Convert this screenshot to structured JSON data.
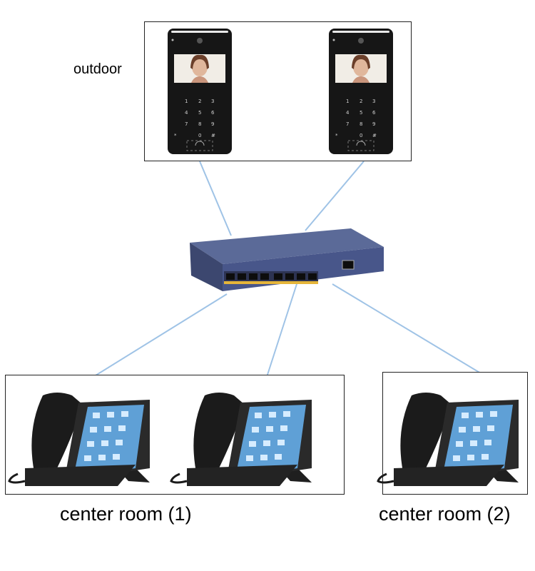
{
  "labels": {
    "outdoor": "outdoor",
    "center_room_1": "center room (1)",
    "center_room_2": "center room (2)"
  },
  "diagram": {
    "nodes": [
      {
        "id": "door-station-1",
        "group": "outdoor",
        "icon": "video-door-station-icon"
      },
      {
        "id": "door-station-2",
        "group": "outdoor",
        "icon": "video-door-station-icon"
      },
      {
        "id": "poe-switch",
        "icon": "network-switch-icon"
      },
      {
        "id": "indoor-phone-1",
        "group": "center_room_1",
        "icon": "touchscreen-desk-phone-icon"
      },
      {
        "id": "indoor-phone-2",
        "group": "center_room_1",
        "icon": "touchscreen-desk-phone-icon"
      },
      {
        "id": "indoor-phone-3",
        "group": "center_room_2",
        "icon": "touchscreen-desk-phone-icon"
      }
    ],
    "edges": [
      [
        "door-station-1",
        "poe-switch"
      ],
      [
        "door-station-2",
        "poe-switch"
      ],
      [
        "poe-switch",
        "indoor-phone-1"
      ],
      [
        "poe-switch",
        "indoor-phone-2"
      ],
      [
        "poe-switch",
        "indoor-phone-3"
      ]
    ]
  },
  "colors": {
    "connection_line": "#9fc3e6",
    "switch_body": "#4d5b8a",
    "port_led": "#e5b53a",
    "device_black": "#161616"
  }
}
